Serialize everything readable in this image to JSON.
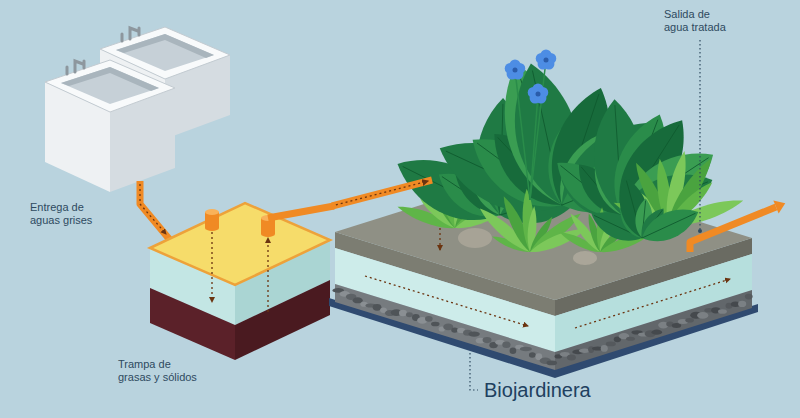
{
  "diagram": {
    "nodes": [
      {
        "text": [
          "Trampa de grasas y sólidos"
        ]
      },
      {
        "text": [
          "Biojardinera"
        ]
      }
    ],
    "edges": [
      {
        "from": 0,
        "to": 1,
        "arrow": "to"
      }
    ],
    "labels": [
      "Entrega de aguas grises",
      "Salida de agua tratada"
    ]
  }
}
